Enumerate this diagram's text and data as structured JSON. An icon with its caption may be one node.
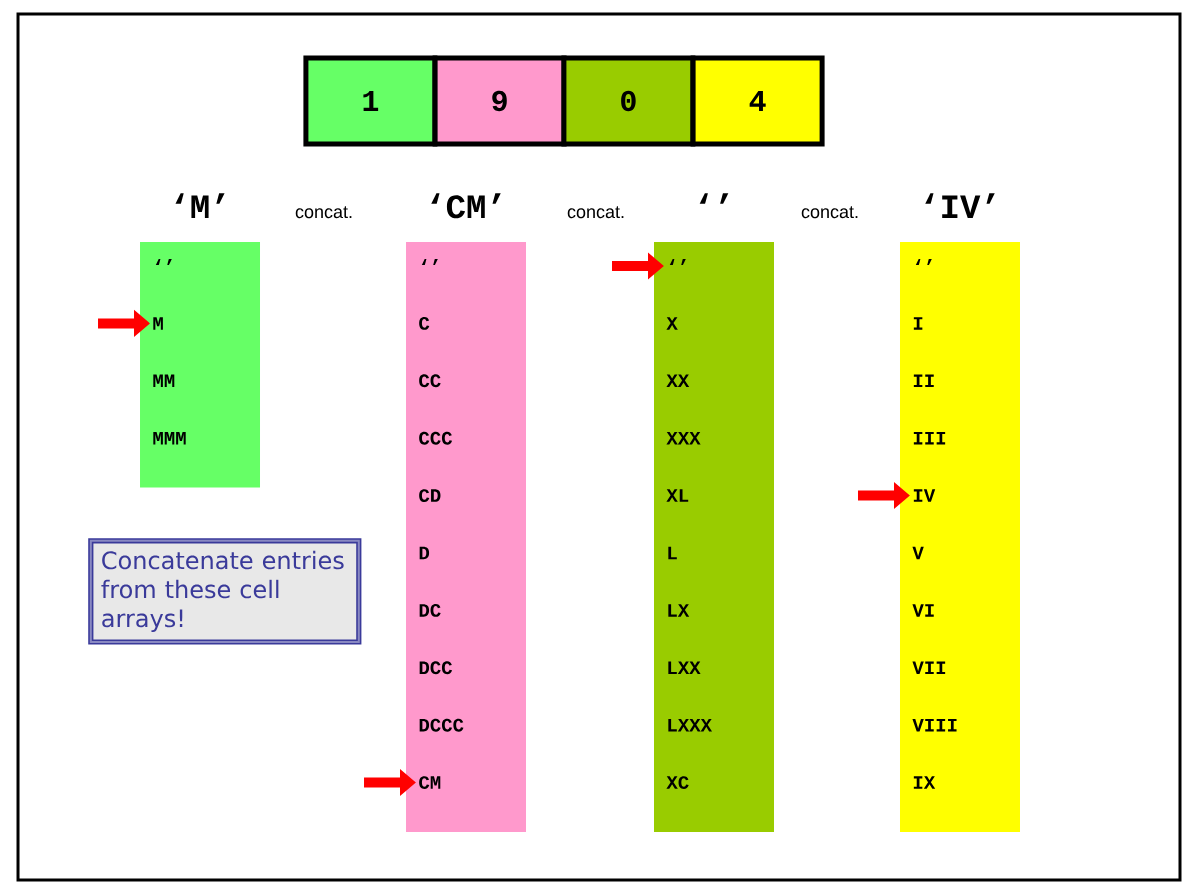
{
  "diagram": {
    "nodes": [
      {
        "text": [
          "1"
        ]
      },
      {
        "text": [
          "9"
        ]
      },
      {
        "text": [
          "0"
        ]
      },
      {
        "text": [
          "4"
        ]
      },
      {
        "text": [
          "‘M’"
        ]
      },
      {
        "text": [
          "‘’"
        ],
        "in": 4
      },
      {
        "text": [
          "M"
        ],
        "in": 4
      },
      {
        "text": [
          "MM"
        ],
        "in": 4
      },
      {
        "text": [
          "MMM"
        ],
        "in": 4
      },
      {
        "text": [
          "‘CM’"
        ]
      },
      {
        "text": [
          "‘’"
        ],
        "in": 9
      },
      {
        "text": [
          "C"
        ],
        "in": 9
      },
      {
        "text": [
          "CC"
        ],
        "in": 9
      },
      {
        "text": [
          "CCC"
        ],
        "in": 9
      },
      {
        "text": [
          "CD"
        ],
        "in": 9
      },
      {
        "text": [
          "D"
        ],
        "in": 9
      },
      {
        "text": [
          "DC"
        ],
        "in": 9
      },
      {
        "text": [
          "DCC"
        ],
        "in": 9
      },
      {
        "text": [
          "DCCC"
        ],
        "in": 9
      },
      {
        "text": [
          "CM"
        ],
        "in": 9
      },
      {
        "text": [
          "‘’"
        ]
      },
      {
        "text": [
          "‘’"
        ],
        "in": 20
      },
      {
        "text": [
          "X"
        ],
        "in": 20
      },
      {
        "text": [
          "XX"
        ],
        "in": 20
      },
      {
        "text": [
          "XXX"
        ],
        "in": 20
      },
      {
        "text": [
          "XL"
        ],
        "in": 20
      },
      {
        "text": [
          "L"
        ],
        "in": 20
      },
      {
        "text": [
          "LX"
        ],
        "in": 20
      },
      {
        "text": [
          "LXX"
        ],
        "in": 20
      },
      {
        "text": [
          "LXXX"
        ],
        "in": 20
      },
      {
        "text": [
          "XC"
        ],
        "in": 20
      },
      {
        "text": [
          "‘IV’"
        ]
      },
      {
        "text": [
          "‘’"
        ],
        "in": 31
      },
      {
        "text": [
          "I"
        ],
        "in": 31
      },
      {
        "text": [
          "II"
        ],
        "in": 31
      },
      {
        "text": [
          "III"
        ],
        "in": 31
      },
      {
        "text": [
          "IV"
        ],
        "in": 31
      },
      {
        "text": [
          "V"
        ],
        "in": 31
      },
      {
        "text": [
          "VI"
        ],
        "in": 31
      },
      {
        "text": [
          "VII"
        ],
        "in": 31
      },
      {
        "text": [
          "VIII"
        ],
        "in": 31
      },
      {
        "text": [
          "IX"
        ],
        "in": 31
      },
      {
        "text": [
          "Concatenate entries from these cell arrays!"
        ]
      }
    ],
    "edges": [
      {
        "from": null,
        "to": 6,
        "arrow": "to"
      },
      {
        "from": null,
        "to": 19,
        "arrow": "to"
      },
      {
        "from": null,
        "to": 21,
        "arrow": "to"
      },
      {
        "from": null,
        "to": 36,
        "arrow": "to"
      }
    ],
    "labels": [
      "concat.",
      "concat.",
      "concat."
    ]
  }
}
